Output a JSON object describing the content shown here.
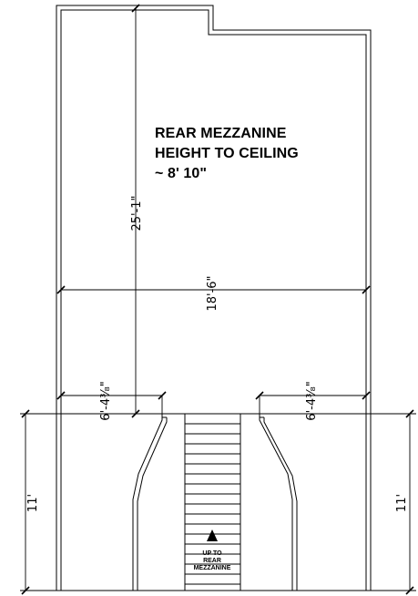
{
  "title_lines": [
    "REAR MEZZANINE",
    "HEIGHT TO CEILING",
    "~ 8' 10\""
  ],
  "dimensions": {
    "depth": "25'-1\"",
    "width": "18'-6\"",
    "left_landing": "6'-4³⁄₈\"",
    "right_landing": "6'-4³⁄₈\"",
    "left_stair_run": "11'",
    "right_stair_run": "11'"
  },
  "stair_note_lines": [
    "UP TO",
    "REAR",
    "MEZZANINE"
  ]
}
